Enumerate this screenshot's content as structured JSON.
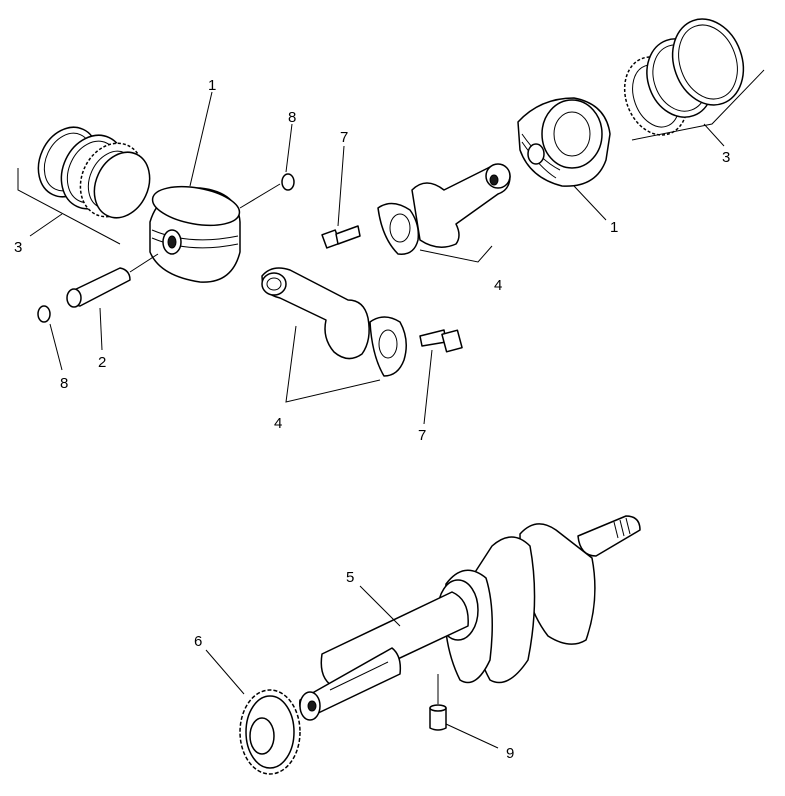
{
  "callouts": {
    "c1a": "1",
    "c1b": "1",
    "c2": "2",
    "c3a": "3",
    "c3b": "3",
    "c4a": "4",
    "c4b": "4",
    "c5": "5",
    "c6": "6",
    "c7a": "7",
    "c7b": "7",
    "c8a": "8",
    "c8b": "8",
    "c9": "9"
  }
}
